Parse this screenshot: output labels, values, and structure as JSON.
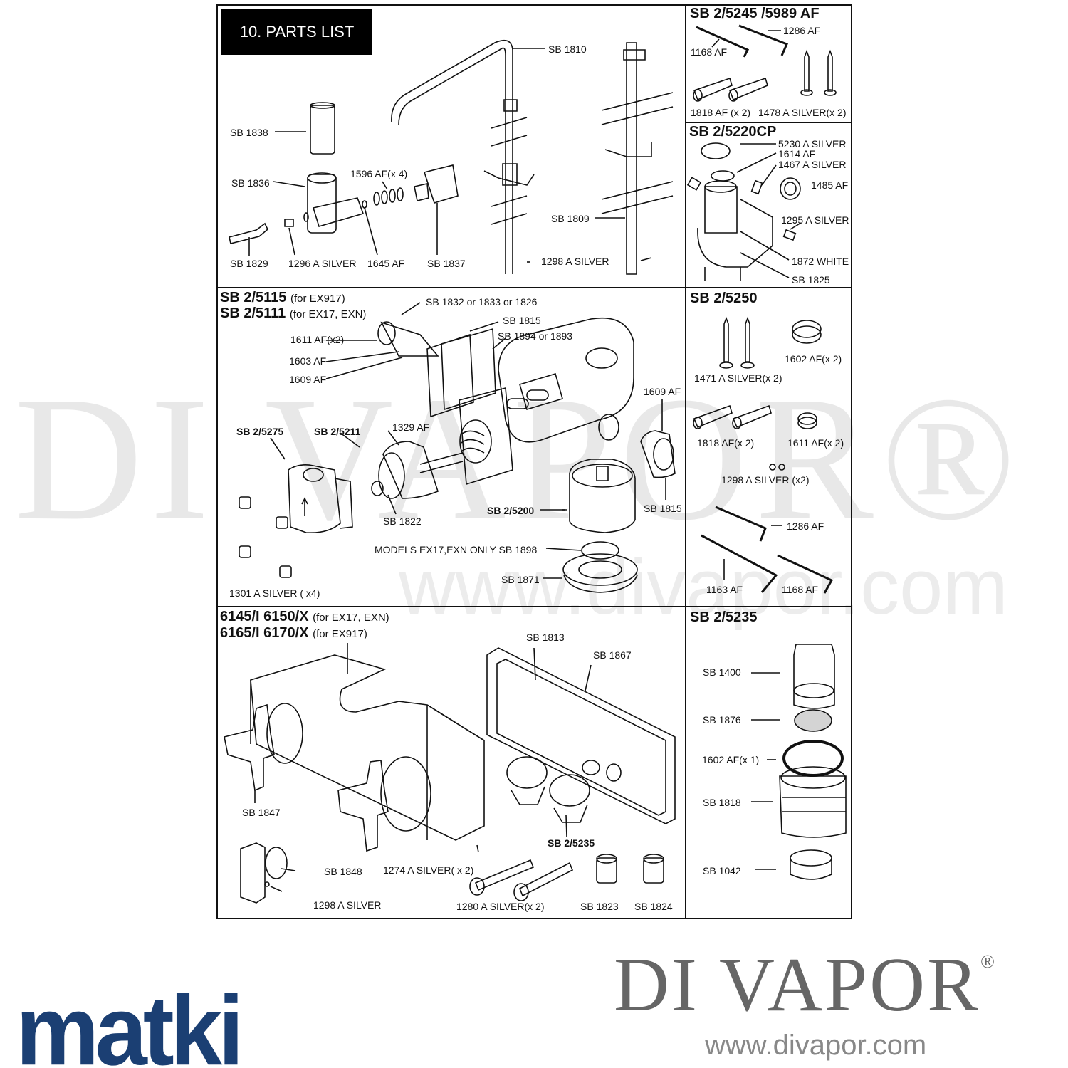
{
  "title": "10. PARTS LIST",
  "panels": {
    "faucet": {
      "labels": {
        "sb1810": "SB 1810",
        "sb1838": "SB 1838",
        "sb1836": "SB 1836",
        "af1596": "1596 AF(x 4)",
        "sb1829": "SB 1829",
        "silver1296": "1296 A SILVER",
        "af1645": "1645 AF",
        "sb1837": "SB 1837",
        "sb1809": "SB 1809",
        "silver1298": "1298 A SILVER"
      }
    },
    "kit_5245": {
      "heading": "SB 2/5245 /5989 AF",
      "labels": {
        "af1286": "1286 AF",
        "af1168": "1168 AF",
        "af1818": "1818 AF (x 2)",
        "silver1478": "1478 A SILVER(x 2)"
      }
    },
    "kit_5220": {
      "heading": "SB 2/5220CP",
      "labels": {
        "silver5230": "5230 A SILVER",
        "af1614": "1614 AF",
        "silver1467": "1467 A SILVER",
        "af1485": "1485 AF",
        "silver1295": "1295 A SILVER",
        "white1872": "1872 WHITE",
        "sb1825": "SB 1825"
      }
    },
    "valve": {
      "heading1": "SB 2/5115",
      "heading1_sub": "(for EX917)",
      "heading2": "SB 2/5111",
      "heading2_sub": "(for EX17, EXN)",
      "labels": {
        "sb1832": "SB 1832 or 1833 or 1826",
        "sb1815_top": "SB 1815",
        "sb1894": "SB 1894 or 1893",
        "af1611": "1611 AF(x2)",
        "af1603": "1603 AF",
        "af1609_left": "1609 AF",
        "af1609_right": "1609 AF",
        "sb5275": "SB 2/5275",
        "sb5211": "SB 2/5211",
        "af1329": "1329 AF",
        "sb1822": "SB 1822",
        "sb5200": "SB 2/5200",
        "sb1815_right": "SB 1815",
        "sb1898": "MODELS EX17,EXN ONLY SB 1898",
        "sb1871": "SB 1871",
        "silver1301": "1301 A SILVER ( x4)"
      }
    },
    "kit_5250": {
      "heading": "SB 2/5250",
      "labels": {
        "silver1471": "1471 A SILVER(x 2)",
        "af1602": "1602 AF(x 2)",
        "af1818": "1818 AF(x 2)",
        "af1611": "1611 AF(x 2)",
        "silver1298": "1298 A SILVER (x2)",
        "af1286": "1286 AF",
        "af1163": "1163 AF",
        "af1168": "1168 AF"
      }
    },
    "trim": {
      "heading1": "6145/I 6150/X",
      "heading1_sub": "(for EX17, EXN)",
      "heading2": "6165/I 6170/X",
      "heading2_sub": "(for EX917)",
      "labels": {
        "sb1813": "SB 1813",
        "sb1867": "SB 1867",
        "sb1847": "SB 1847",
        "sb5235": "SB 2/5235",
        "sb1848": "SB 1848",
        "silver1274": "1274 A SILVER( x 2)",
        "silver1298": "1298 A SILVER",
        "silver1280": "1280 A SILVER(x 2)",
        "sb1823": "SB 1823",
        "sb1824": "SB 1824"
      }
    },
    "kit_5235": {
      "heading": "SB 2/5235",
      "labels": {
        "sb1400": "SB 1400",
        "sb1876": "SB 1876",
        "af1602": "1602 AF(x 1)",
        "sb1818": "SB 1818",
        "sb1042": "SB 1042"
      }
    }
  },
  "watermark": {
    "text": "DI VAPOR®",
    "url": "www.divapor.com"
  },
  "footer": {
    "brand_left": "matki",
    "brand_right": "DI VAPOR",
    "brand_right_mark": "®",
    "url": "www.divapor.com",
    "brand_left_color": "#1b3f73",
    "brand_right_color": "#666666"
  }
}
